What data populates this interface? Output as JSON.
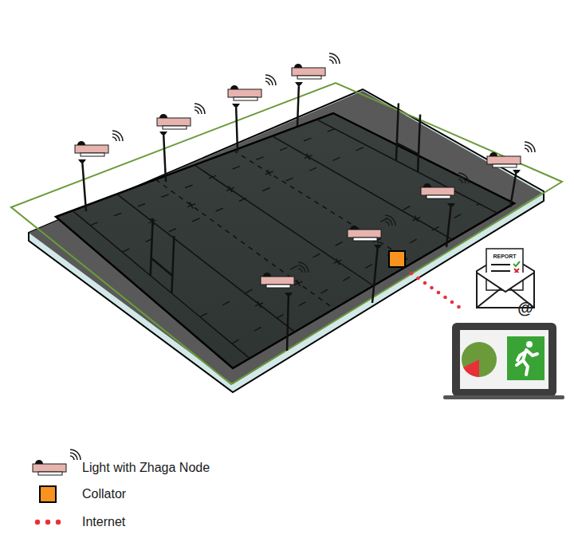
{
  "diagram": {
    "labels": [
      "REPORT",
      "@"
    ],
    "legend": [
      {
        "text": "Light with Zhaga Node"
      },
      {
        "text": "Collator",
        "color": "#f7931e"
      },
      {
        "text": "Internet"
      }
    ]
  }
}
